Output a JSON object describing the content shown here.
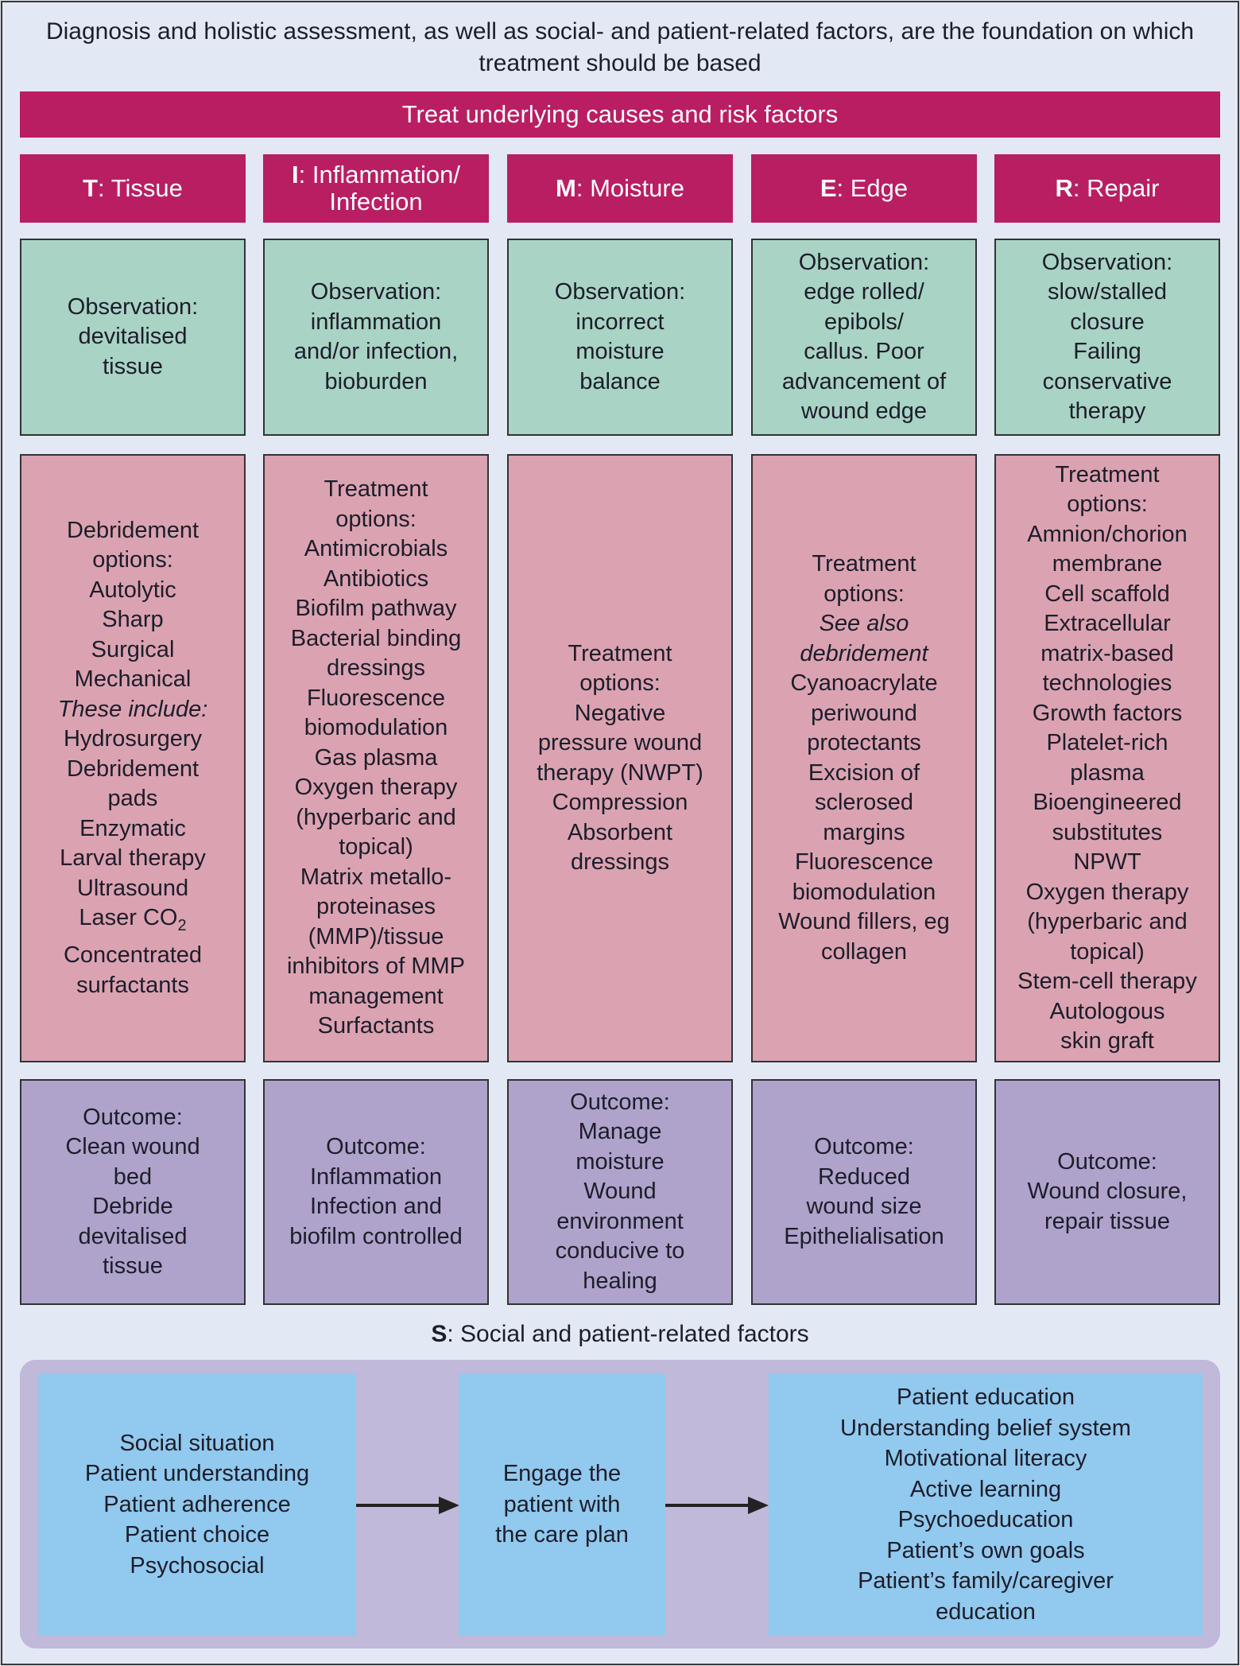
{
  "intro_text": "Diagnosis and holistic assessment, as well as social- and patient-related factors, are the foundation on which treatment should be based",
  "banner_text": "Treat underlying causes and risk factors",
  "columns": [
    {
      "letter": "T",
      "title": ": Tissue",
      "observation": [
        "Observation:",
        "devitalised",
        "tissue"
      ],
      "treatment": [
        "Debridement",
        "options:",
        "Autolytic",
        "Sharp",
        "Surgical",
        "Mechanical",
        "These include:",
        "Hydrosurgery",
        "Debridement",
        "pads",
        "Enzymatic",
        "Larval therapy",
        "Ultrasound",
        "Laser CO",
        "Concentrated",
        "surfactants"
      ],
      "treatment_laser_sub": "2",
      "outcome": [
        "Outcome:",
        "Clean wound",
        "bed",
        "Debride",
        "devitalised",
        "tissue"
      ]
    },
    {
      "letter": "I",
      "title": ": Inflammation/ Infection",
      "title_line1": ": Inflammation/",
      "title_line2": "Infection",
      "observation": [
        "Observation:",
        "inflammation",
        "and/or infection,",
        "bioburden"
      ],
      "treatment": [
        "Treatment",
        "options:",
        "Antimicrobials",
        "Antibiotics",
        "Biofilm pathway",
        "Bacterial binding",
        "dressings",
        "Fluorescence",
        "biomodulation",
        "Gas plasma",
        "Oxygen therapy",
        "(hyperbaric and",
        "topical)",
        "Matrix metallo-",
        "proteinases",
        "(MMP)/tissue",
        "inhibitors of MMP",
        "management",
        "Surfactants"
      ],
      "outcome": [
        "Outcome:",
        "Inflammation",
        "Infection and",
        "biofilm controlled"
      ]
    },
    {
      "letter": "M",
      "title": ": Moisture",
      "observation": [
        "Observation:",
        "incorrect",
        "moisture",
        "balance"
      ],
      "treatment": [
        "Treatment",
        "options:",
        "Negative",
        "pressure wound",
        "therapy (NWPT)",
        "Compression",
        "Absorbent",
        "dressings"
      ],
      "outcome": [
        "Outcome:",
        "Manage",
        "moisture",
        "Wound",
        "environment",
        "conducive to",
        "healing"
      ]
    },
    {
      "letter": "E",
      "title": ": Edge",
      "observation": [
        "Observation:",
        "edge rolled/",
        "epibols/",
        "callus. Poor",
        "advancement of",
        "wound edge"
      ],
      "treatment": [
        "Treatment",
        "options:",
        "See also",
        "debridement",
        "Cyanoacrylate",
        "periwound",
        "protectants",
        "Excision of",
        "sclerosed",
        "margins",
        "Fluorescence",
        "biomodulation",
        "Wound fillers, eg",
        "collagen"
      ],
      "outcome": [
        "Outcome:",
        "Reduced",
        "wound size",
        "Epithelialisation"
      ]
    },
    {
      "letter": "R",
      "title": ": Repair",
      "observation": [
        "Observation:",
        "slow/stalled",
        "closure",
        "Failing",
        "conservative",
        "therapy"
      ],
      "treatment": [
        "Treatment",
        "options:",
        "Amnion/chorion",
        "membrane",
        "Cell scaffold",
        "Extracellular",
        "matrix-based",
        "technologies",
        "Growth factors",
        "Platelet-rich",
        "plasma",
        "Bioengineered",
        "substitutes",
        "NPWT",
        "Oxygen therapy",
        "(hyperbaric and",
        "topical)",
        "Stem-cell therapy",
        "Autologous",
        "skin graft"
      ],
      "outcome": [
        "Outcome:",
        "Wound closure,",
        "repair tissue"
      ]
    }
  ],
  "social": {
    "letter": "S",
    "title": ": Social and patient-related factors",
    "box1": [
      "Social situation",
      "Patient understanding",
      "Patient adherence",
      "Patient choice",
      "Psychosocial"
    ],
    "box2": [
      "Engage the",
      "patient with",
      "the care plan"
    ],
    "box3": [
      "Patient education",
      "Understanding belief system",
      "Motivational literacy",
      "Active learning",
      "Psychoeducation",
      "Patient’s own goals",
      "Patient’s family/caregiver",
      "education"
    ]
  },
  "colors": {
    "header_magenta": "#b91e63",
    "observation_green": "#a9d3c4",
    "treatment_pink": "#dba3b1",
    "outcome_purple": "#afa3cb",
    "social_panel": "#c0b9d9",
    "social_box_blue": "#92c9ee",
    "background": "#e2e9f5"
  }
}
